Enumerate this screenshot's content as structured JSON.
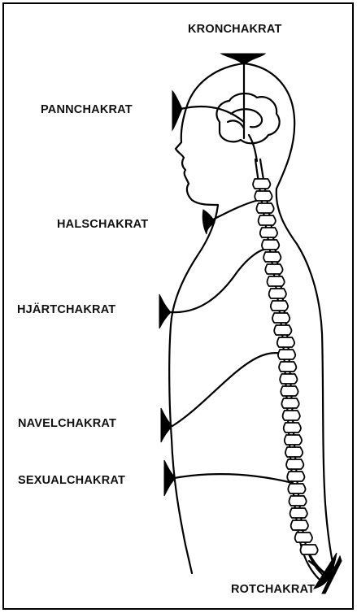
{
  "chakras": {
    "krona": "KRONCHAKRAT",
    "pann": "PANNCHAKRAT",
    "hals": "HALSCHAKRAT",
    "hjart": "HJÄRTCHAKRAT",
    "navel": "NAVELCHAKRAT",
    "sexual": "SEXUALCHAKRAT",
    "rot": "ROTCHAKRAT"
  },
  "colors": {
    "line": "#000000",
    "background": "#ffffff"
  }
}
